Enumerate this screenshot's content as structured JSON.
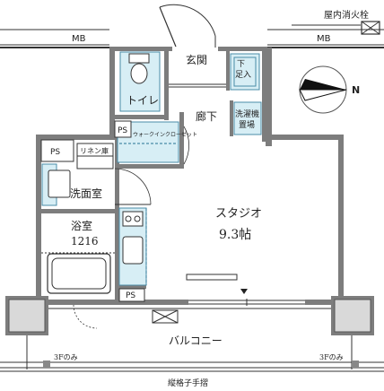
{
  "labels": {
    "hydrant": "屋内消火栓",
    "mb_left": "MB",
    "mb_right": "MB",
    "entrance": "玄関",
    "shoe_line1": "下",
    "shoe_line2": "足入",
    "toilet": "トイレ",
    "corridor": "廊下",
    "washer_line1": "洗濯機",
    "washer_line2": "置場",
    "ps_top": "PS",
    "closet": "ウォークインクローゼット",
    "ps_left": "PS",
    "linen": "リネン庫",
    "washroom": "洗面室",
    "bath_name": "浴室",
    "bath_size": "1216",
    "studio_name": "スタジオ",
    "studio_size": "9.3帖",
    "ps_bottom": "PS",
    "balcony": "バルコニー",
    "floor_note_left": "3Fのみ",
    "floor_note_right": "3Fのみ",
    "railing": "縦格子手摺"
  },
  "compass": {
    "direction_label": "N"
  },
  "colors": {
    "wall": "#7d7d7d",
    "fixture": "#d7eef5",
    "fixture_edge": "#4a8ca8"
  }
}
